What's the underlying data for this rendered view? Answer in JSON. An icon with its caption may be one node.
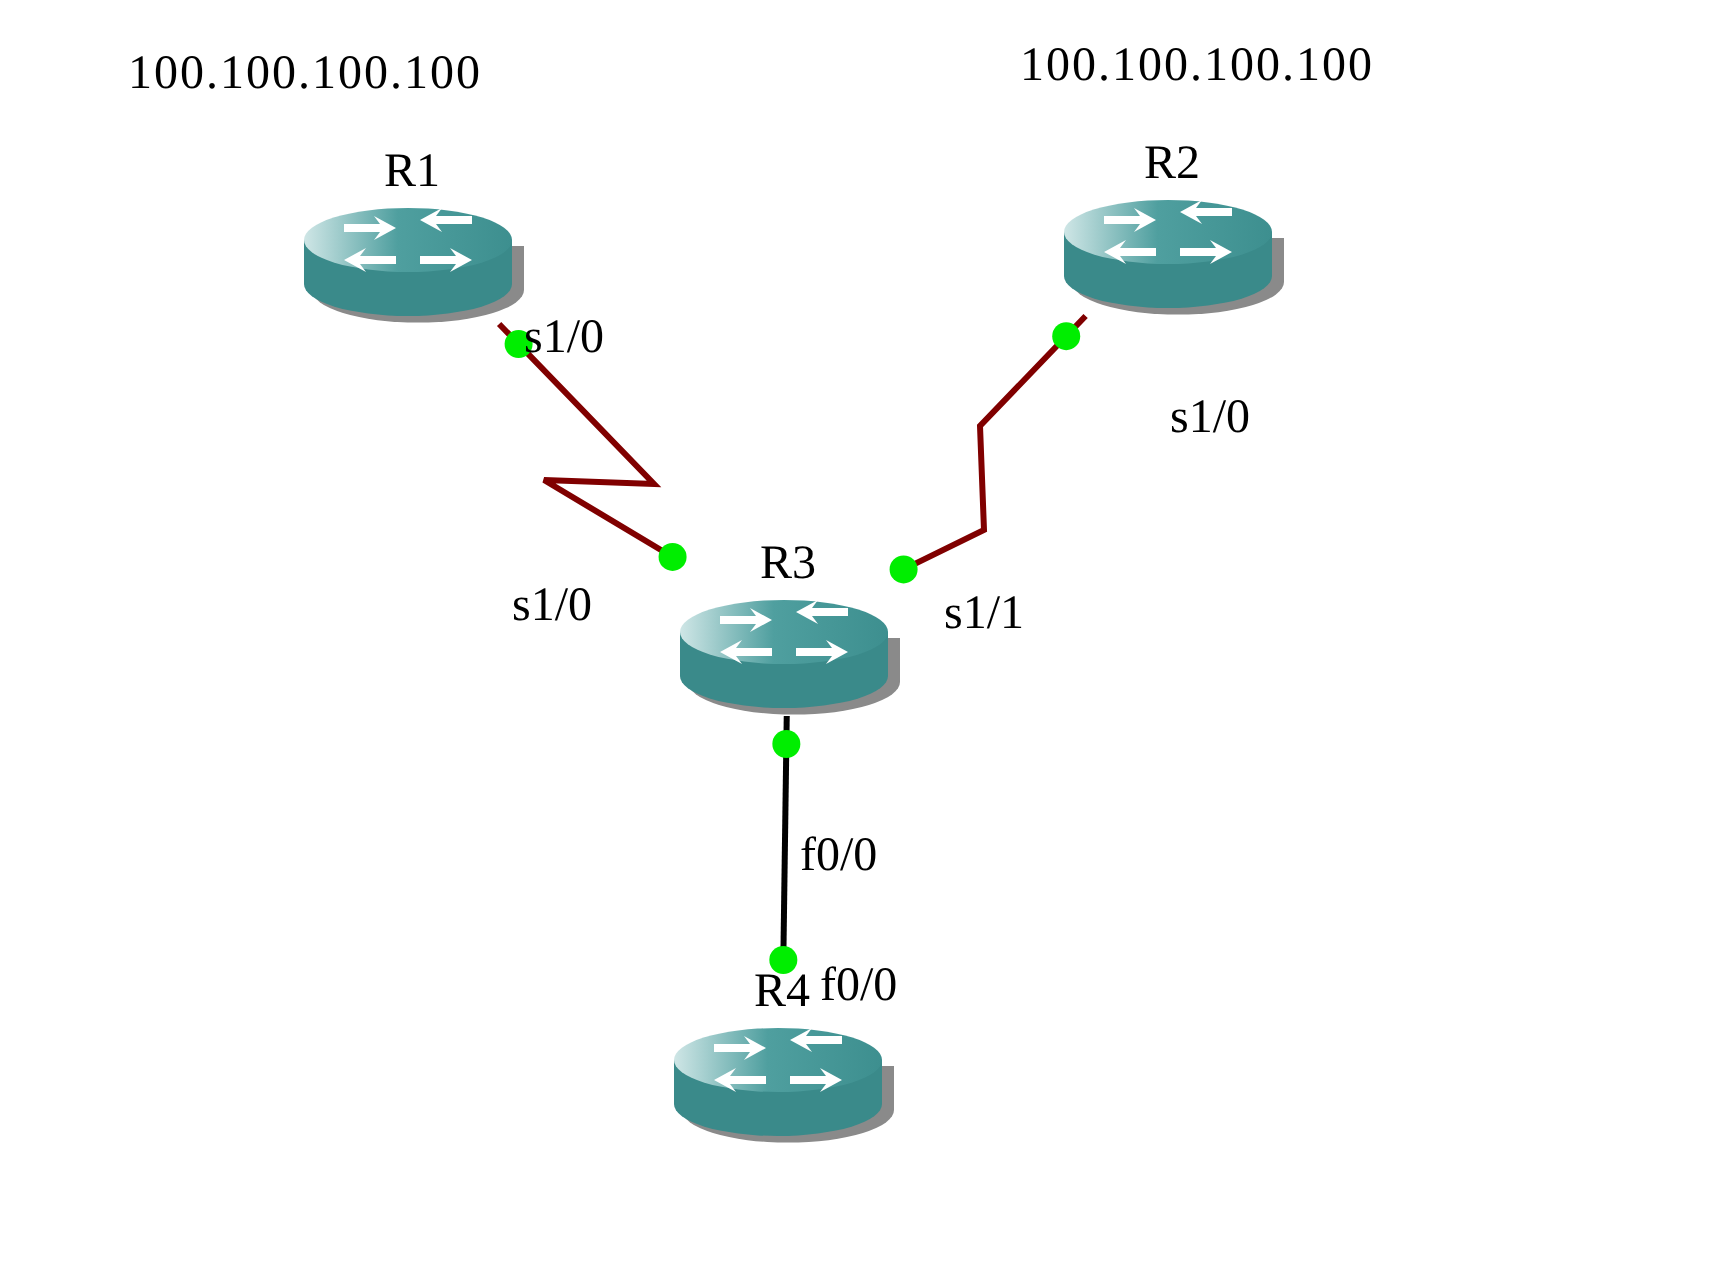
{
  "diagram": {
    "nodes": [
      {
        "text": [
          "R1"
        ]
      },
      {
        "text": [
          "R2"
        ]
      },
      {
        "text": [
          "R3"
        ]
      },
      {
        "text": [
          "R4"
        ]
      }
    ],
    "edges": [
      {
        "from": 0,
        "to": 2,
        "arrow": "none"
      },
      {
        "from": 1,
        "to": 2,
        "arrow": "none"
      },
      {
        "from": 2,
        "to": 3,
        "arrow": "none",
        "color": "#000000"
      }
    ],
    "labels": [
      "100.100.100.100",
      "100.100.100.100",
      "s1/0",
      "s1/0",
      "s1/0",
      "s1/1",
      "f0/0",
      "f0/0"
    ]
  }
}
